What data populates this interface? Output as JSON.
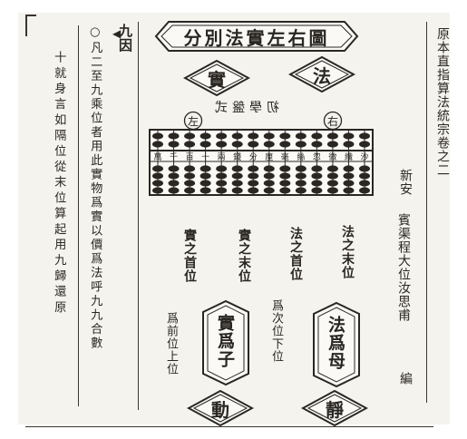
{
  "header": {
    "series_title": "原本直指算法統宗卷之二",
    "region": "新安",
    "author": "賓渠程大位汝思甫",
    "role": "編"
  },
  "chapter": {
    "title": "九因",
    "text_line_1": "○凡二至九乘位者用此實物爲實以價爲法呼九九合數",
    "text_line_2": "十就身言如隔位從末位算起用九歸還原"
  },
  "diagram": {
    "title": "分別法實左右圖",
    "fa_label": "法",
    "shi_label": "實",
    "abacus_title": "初學盤式",
    "left_marker": "左",
    "right_marker": "右",
    "abacus_units": [
      "萬",
      "千",
      "百",
      "十",
      "兩",
      "錢",
      "分",
      "厘",
      "毫",
      "絲",
      "忽",
      "微",
      "纖",
      "沙"
    ],
    "column_labels": [
      "法之末位",
      "法之首位",
      "實之末位",
      "實之首位"
    ],
    "fa_role_label": "法爲母",
    "shi_role_label": "實爲子",
    "fa_note": "",
    "shi_note_1": "爲前位上位",
    "shi_note_2": "爲次位下位",
    "dong_label": "動",
    "jing_label": "靜"
  }
}
